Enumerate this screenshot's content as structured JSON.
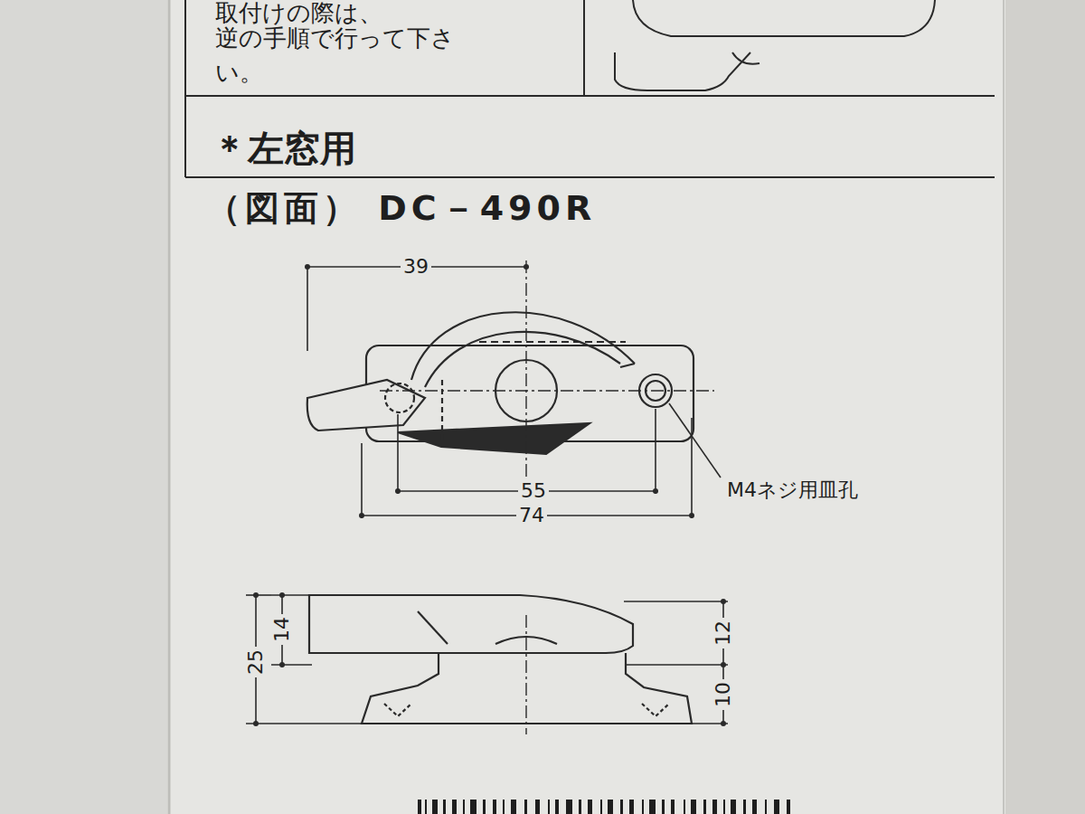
{
  "diagram": {
    "title": "（図面） DC－490R",
    "labels": [
      "取付けの際は、",
      "逆の手順で行って下さ",
      "い。",
      "＊左窓用",
      "39",
      "55",
      "74",
      "M4ネジ用皿孔",
      "14",
      "25",
      "12",
      "10"
    ]
  }
}
